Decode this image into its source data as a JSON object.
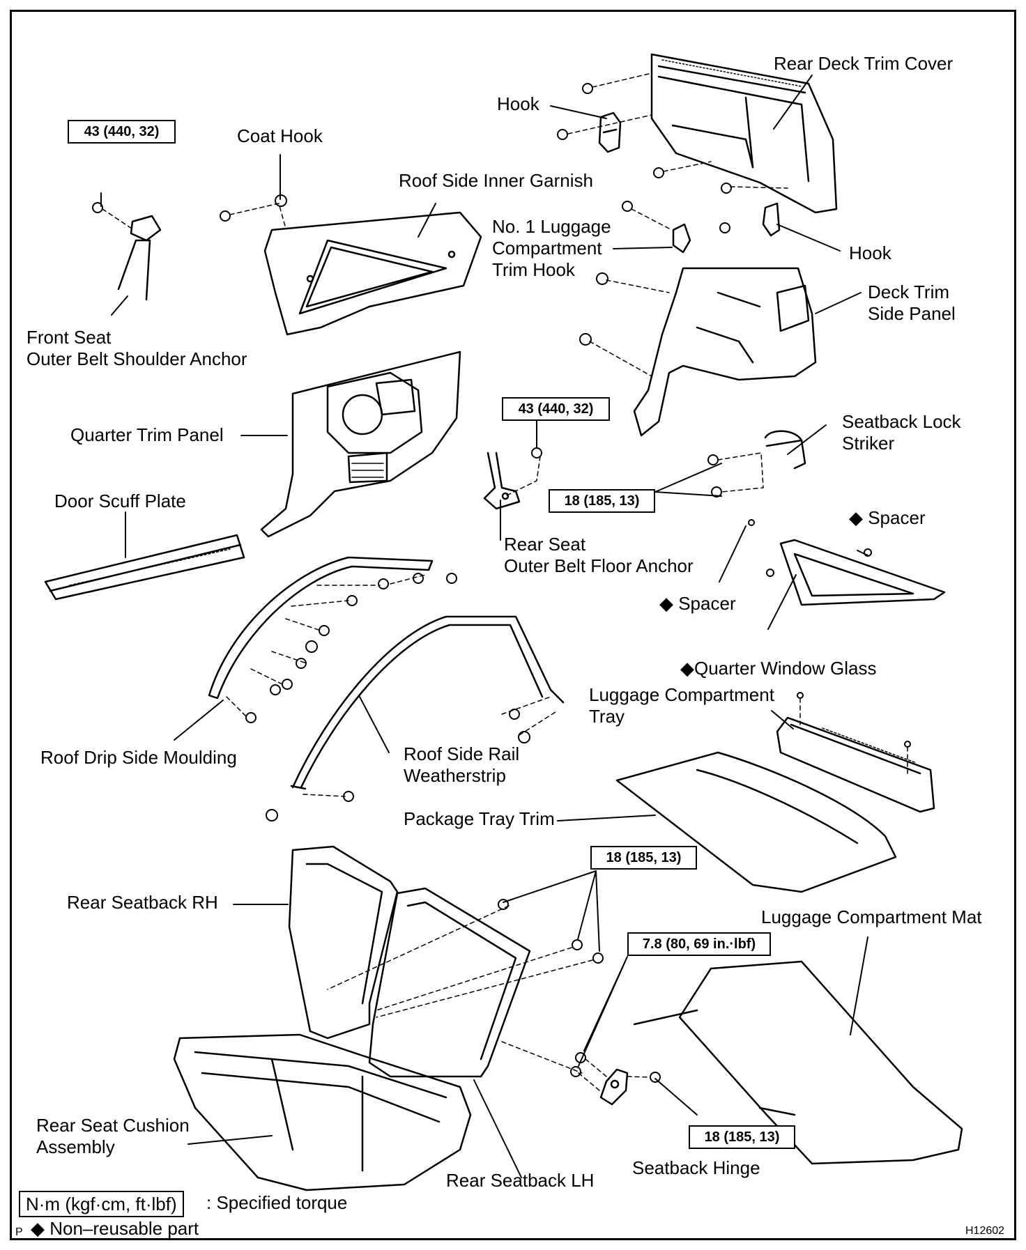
{
  "diagram_code": "H12602",
  "corner_mark": "P",
  "labels": {
    "rear_deck_trim_cover": "Rear Deck Trim Cover",
    "hook_top": "Hook",
    "coat_hook": "Coat Hook",
    "roof_side_inner_garnish": "Roof Side Inner Garnish",
    "no1_luggage_trim_hook": "No. 1 Luggage\nCompartment\nTrim Hook",
    "hook_right": "Hook",
    "deck_trim_side_panel": "Deck Trim\nSide Panel",
    "front_seat_outer_belt_anchor": "Front Seat\nOuter Belt Shoulder Anchor",
    "quarter_trim_panel": "Quarter Trim Panel",
    "seatback_lock_striker": "Seatback Lock\nStriker",
    "door_scuff_plate": "Door Scuff Plate",
    "spacer_top": "◆ Spacer",
    "rear_seat_outer_belt_floor_anchor": "Rear Seat\nOuter Belt Floor Anchor",
    "spacer_mid": "◆ Spacer",
    "quarter_window_glass": "◆Quarter Window Glass",
    "luggage_compartment_tray": "Luggage Compartment\nTray",
    "roof_drip_side_moulding": "Roof Drip Side Moulding",
    "roof_side_rail_weatherstrip": "Roof Side Rail\nWeatherstrip",
    "package_tray_trim": "Package Tray Trim",
    "rear_seatback_rh": "Rear Seatback RH",
    "luggage_compartment_mat": "Luggage Compartment Mat",
    "rear_seat_cushion_assembly": "Rear Seat Cushion\nAssembly",
    "rear_seatback_lh": "Rear Seatback LH",
    "seatback_hinge": "Seatback Hinge"
  },
  "torques": {
    "t1": "43 (440, 32)",
    "t2": "43 (440, 32)",
    "t3": "18 (185, 13)",
    "t4": "18 (185, 13)",
    "t5": "7.8 (80, 69 in.·lbf)",
    "t6": "18 (185, 13)"
  },
  "legend": {
    "torque_units": "N·m (kgf·cm, ft·lbf)",
    "torque_desc": ": Specified torque",
    "nonreusable": "◆ Non–reusable part"
  }
}
